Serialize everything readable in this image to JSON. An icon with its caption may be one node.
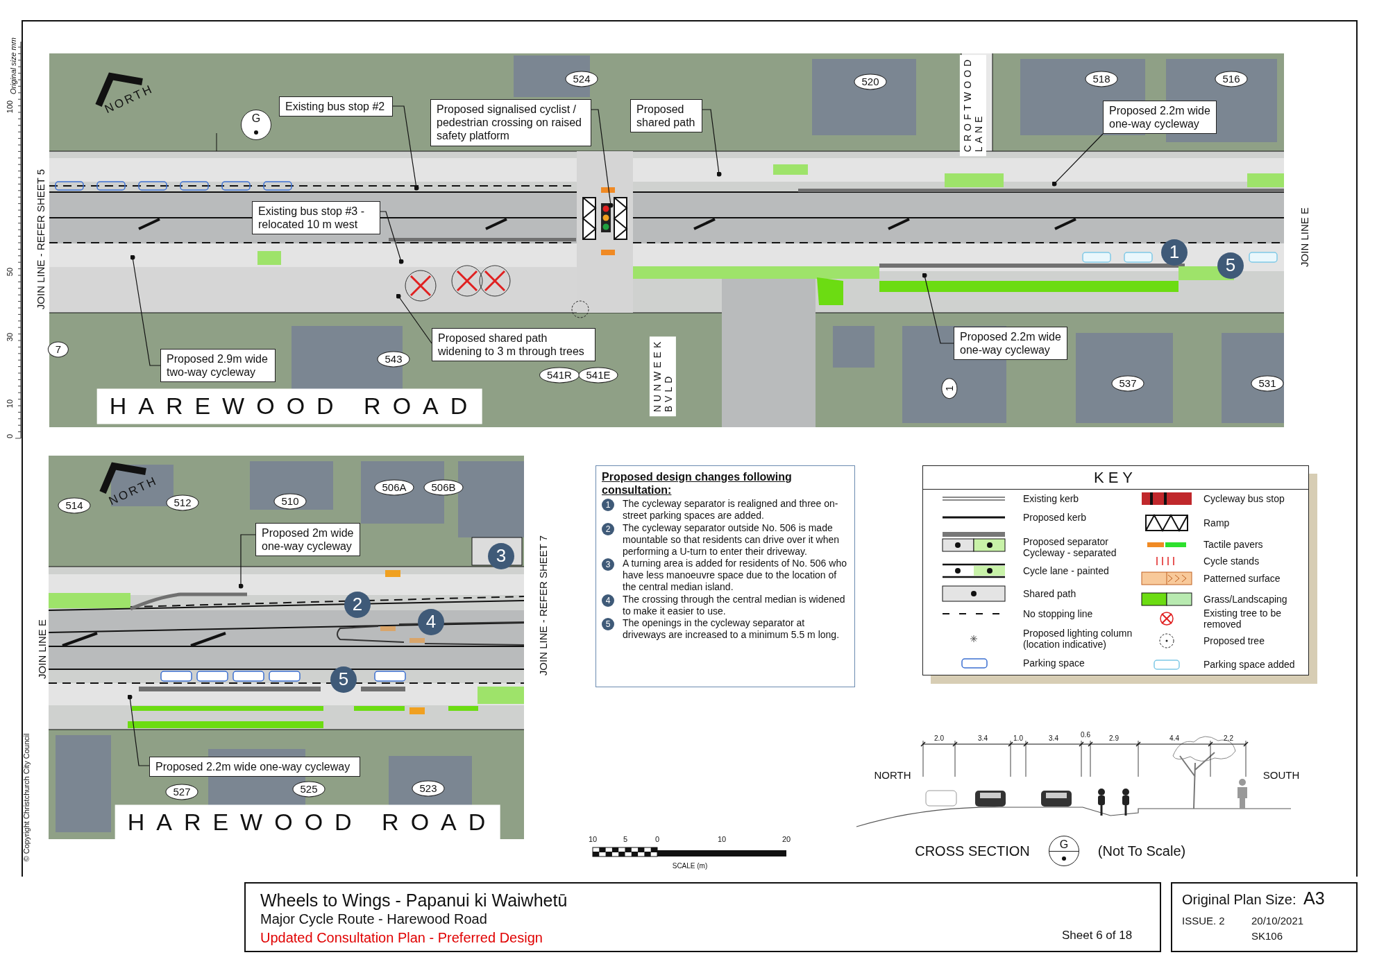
{
  "diagram": {
    "title": "Wheels to Wings - Papanui ki Waiwhetū",
    "nodes": [
      {
        "text": [
          "Existing bus stop #2"
        ]
      },
      {
        "text": [
          "Proposed signalised cyclist / pedestrian crossing on raised safety platform"
        ]
      },
      {
        "text": [
          "Proposed shared path"
        ]
      },
      {
        "text": [
          "Proposed 2.2m wide one-way cycleway"
        ]
      },
      {
        "text": [
          "Existing bus stop #3 - relocated 10 m west"
        ]
      },
      {
        "text": [
          "Proposed 2.9m wide two-way cycleway"
        ]
      },
      {
        "text": [
          "Proposed shared path widening to 3 m through trees"
        ]
      },
      {
        "text": [
          "Proposed 2.2m wide one-way cycleway"
        ]
      },
      {
        "text": [
          "Proposed 2m wide one-way cycleway"
        ]
      },
      {
        "text": [
          "Proposed 2.2m wide one-way cycleway"
        ]
      }
    ],
    "edges": [
      {
        "from": 0,
        "to": null,
        "arrow": "other"
      },
      {
        "from": 1,
        "to": null,
        "arrow": "other"
      },
      {
        "from": 2,
        "to": null,
        "arrow": "other"
      },
      {
        "from": 3,
        "to": null,
        "arrow": "other"
      },
      {
        "from": 4,
        "to": null,
        "arrow": "other"
      },
      {
        "from": 5,
        "to": null,
        "arrow": "other"
      },
      {
        "from": 6,
        "to": null,
        "arrow": "other"
      },
      {
        "from": 7,
        "to": null,
        "arrow": "other"
      },
      {
        "from": 8,
        "to": null,
        "arrow": "other"
      },
      {
        "from": 9,
        "to": null,
        "arrow": "other"
      }
    ],
    "labels": [
      "Original size mm",
      "100",
      "50",
      "30",
      "10",
      "0",
      "NORTH",
      "G",
      "524",
      "520",
      "CROFTWOOD LANE",
      "518",
      "516",
      "JOIN LINE - REFER SHEET 5",
      "1",
      "5",
      "JOIN LINE E",
      "7",
      "543",
      "NUNWEEK BVLD",
      "541R",
      "541E",
      "1",
      "537",
      "531",
      "HAREWOOD ROAD",
      "514",
      "NORTH",
      "512",
      "510",
      "506A",
      "506B",
      "3",
      "2",
      "4",
      "JOIN LINE E",
      "JOIN LINE - REFER SHEET 7",
      "5",
      "527",
      "525",
      "523",
      "HAREWOOD ROAD",
      "© Copyright Christchurch City Council",
      "Proposed design changes following consultation:",
      "1",
      "The cycleway separator is realigned and three on-street parking spaces are added.",
      "2",
      "The cycleway separator outside No. 506 is made mountable so that residents can drive over it when performing a U-turn to enter their driveway.",
      "3",
      "A turning area is added for residents of No. 506 who have less manoeuvre space due to the location of the central median island.",
      "4",
      "The crossing through the central median is widened to make it easier to use.",
      "5",
      "The openings in the cycleway separator at driveways are increased to a minimum 5.5 m long.",
      "KEY",
      "2.0",
      "3.4",
      "1.0",
      "3.4",
      "0.6",
      "2.9",
      "4.4",
      "2.2",
      "NORTH",
      "SOUTH",
      "CROSS SECTION",
      "G",
      "(Not To Scale)",
      "10",
      "5",
      "0",
      "10",
      "20",
      "SCALE (m)",
      "Major Cycle Route - Harewood Road",
      "Updated Consultation Plan - Preferred Design",
      "Sheet 6 of 18",
      "Original Plan Size:",
      "A3",
      "ISSUE. 2",
      "20/10/2021",
      "SK106"
    ],
    "legend": [
      {
        "text": "Existing kerb"
      },
      {
        "text": "Proposed kerb"
      },
      {
        "text": "Proposed separator"
      },
      {
        "text": "Cycleway - separated"
      },
      {
        "text": "Cycle lane - painted"
      },
      {
        "text": "Shared path"
      },
      {
        "text": "No stopping line"
      },
      {
        "text": "Proposed lighting column (location indicative)"
      },
      {
        "text": "Parking space"
      },
      {
        "text": "Cycleway bus stop"
      },
      {
        "text": "Ramp"
      },
      {
        "text": "Tactile pavers"
      },
      {
        "text": "Cycle stands"
      },
      {
        "text": "Patterned surface"
      },
      {
        "text": "Grass/Landscaping"
      },
      {
        "text": "Existing tree to be removed"
      },
      {
        "text": "Proposed tree"
      },
      {
        "text": "Parking space added"
      }
    ]
  }
}
